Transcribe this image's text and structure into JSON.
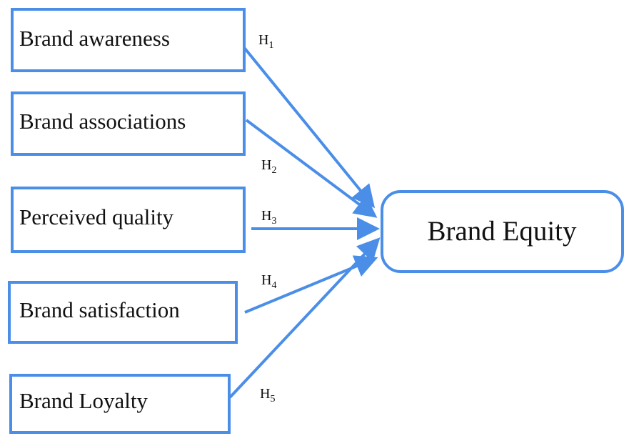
{
  "constructs": [
    {
      "label": "Brand awareness"
    },
    {
      "label": "Brand associations"
    },
    {
      "label": "Perceived quality"
    },
    {
      "label": "Brand satisfaction"
    },
    {
      "label": "Brand Loyalty"
    }
  ],
  "target": {
    "label": "Brand Equity"
  },
  "hypotheses": [
    {
      "base": "H",
      "sub": "1"
    },
    {
      "base": "H",
      "sub": "2"
    },
    {
      "base": "H",
      "sub": "3"
    },
    {
      "base": "H",
      "sub": "4"
    },
    {
      "base": "H",
      "sub": "5"
    }
  ],
  "colors": {
    "stroke": "#4a8ee8",
    "text": "#111111",
    "background": "#ffffff"
  }
}
